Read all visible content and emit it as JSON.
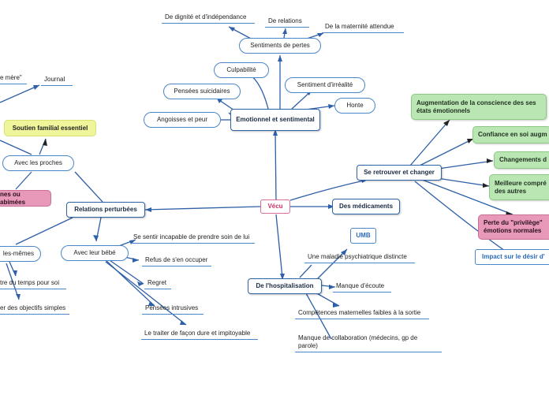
{
  "colors": {
    "connector": "#2e5fa8",
    "accent_pink": "#e06a9a",
    "green_node": "#b9e6b3",
    "yellow_node": "#eef59a",
    "pink_node": "#e898b8"
  },
  "mindmap": {
    "center": "Vécu",
    "emotionnel": {
      "title": "Emotionnel et sentimental",
      "sentiments_pertes": "Sentiments de pertes",
      "dignite": "De dignité et d'indépendance",
      "relations": "De relations",
      "maternite": "De la maternité attendue",
      "culpabilite": "Culpabilité",
      "pensees_suicidaires": "Pensées suicidaires",
      "angoisses": "Angoisses et peur",
      "irrealite": "Sentiment d'irréalité",
      "honte": "Honte"
    },
    "retrouver": {
      "title": "Se retrouver et changer",
      "conscience": "Augmentation de la conscience des ses états émotionnels",
      "confiance": "Confiance en soi augm",
      "changements": "Changements d",
      "comprehension": "Meilleure compré des autres",
      "privilege": "Perte du \"privilège\" émotions normales",
      "impact": "Impact sur le désir d'"
    },
    "medicaments": "Des médicaments",
    "hospitalisation": {
      "title": "De l'hospitalisation",
      "umb": "UMB",
      "maladie": "Une maladie psychiatrique distincte",
      "ecoute": "Manque d'écoute",
      "competences": "Compétences maternelles faibles à la sortie",
      "collaboration": "Manque de collaboration (médecins, gp de parole)"
    },
    "relations": {
      "title": "Relations perturbées",
      "proches": "Avec les proches",
      "soutien": "Soutien familial essentiel",
      "abimees": "nes ou abimées",
      "mere": "e mère\"",
      "journal": "Journal",
      "elles_memes": "les-mêmes",
      "temps": "tre du temps pour soi",
      "objectifs": "er des objectifs simples",
      "bebe": "Avec leur bébé",
      "incapable": "Se sentir incapable de prendre soin de lui",
      "refus": "Refus de s'en occuper",
      "regret": "Regret",
      "intrusives": "Pensées intrusives",
      "traiter": "Le traiter de façon dure et impitoyable"
    }
  }
}
